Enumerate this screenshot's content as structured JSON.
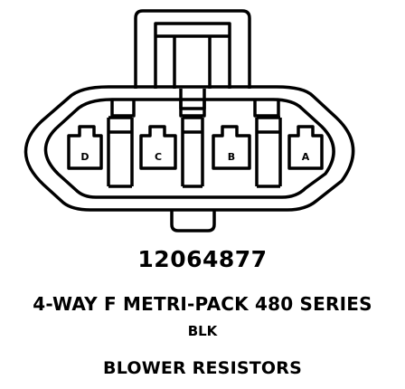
{
  "connector": {
    "part_number": "12064877",
    "description": "4-WAY F METRI-PACK 480 SERIES",
    "color": "BLK",
    "application": "BLOWER RESISTORS",
    "terminals": [
      "D",
      "C",
      "B",
      "A"
    ]
  },
  "colors": {
    "line": "#000000",
    "background": "#ffffff"
  }
}
